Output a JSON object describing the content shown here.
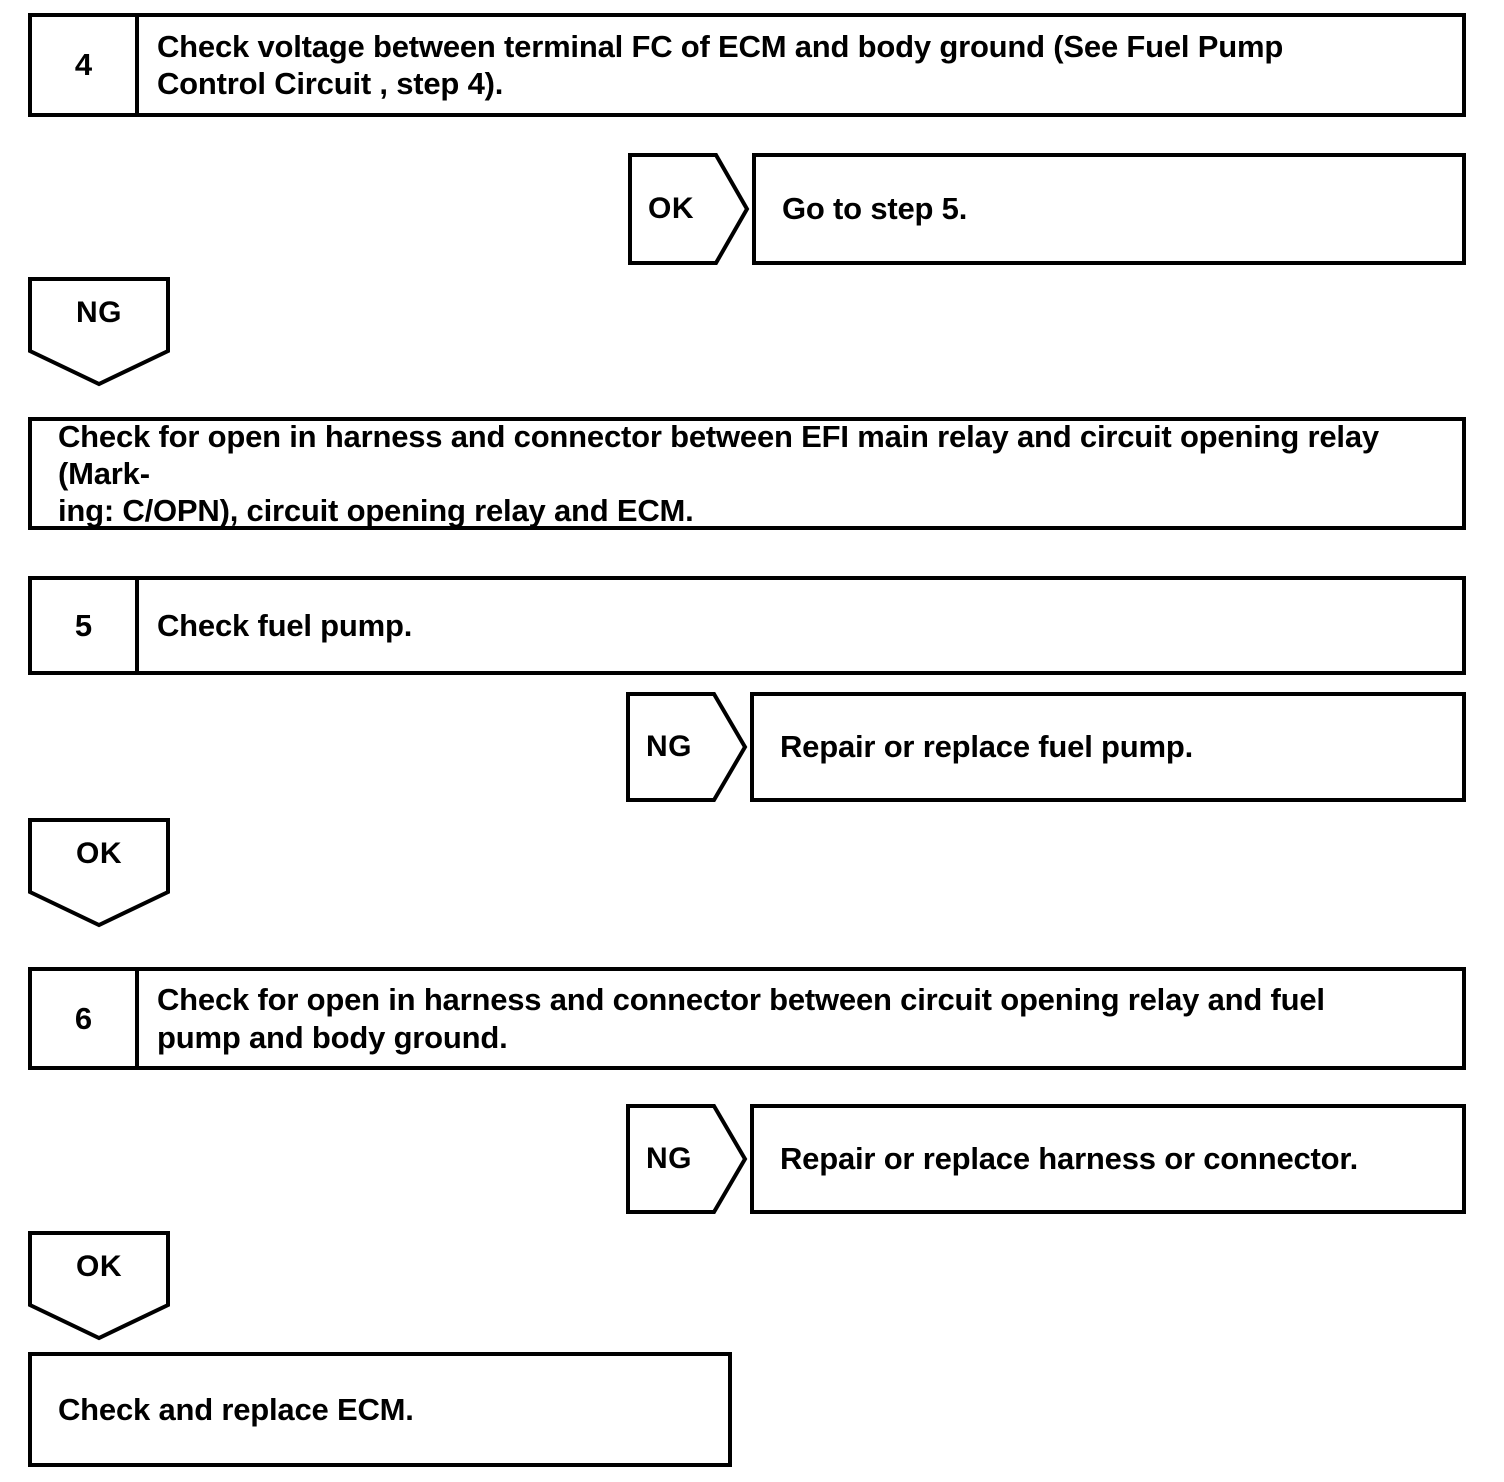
{
  "document": {
    "type": "automotive-diagnostic-flowchart",
    "title": "Fuel Pump Control Circuit troubleshooting steps 4-6",
    "line_color": "#000000",
    "background_color": "#ffffff",
    "text_color": "#000000"
  },
  "nodes": [
    {
      "id": "step-4",
      "kind": "step",
      "number": "4",
      "text": "Check voltage between terminal FC of ECM and body ground (See Fuel Pump\nControl Circuit , step 4)."
    },
    {
      "id": "branch-ok-step4",
      "kind": "branch-right",
      "label": "OK",
      "text": "Go to step 5."
    },
    {
      "id": "flow-ng-step4",
      "kind": "branch-down",
      "label": "NG"
    },
    {
      "id": "action-open-harness",
      "kind": "action",
      "text": "Check for open in harness and connector between EFI main relay and circuit opening relay (Mark-\ning: C/OPN), circuit opening relay and ECM."
    },
    {
      "id": "step-5",
      "kind": "step",
      "number": "5",
      "text": "Check fuel pump."
    },
    {
      "id": "branch-ng-step5",
      "kind": "branch-right",
      "label": "NG",
      "text": "Repair or replace fuel pump."
    },
    {
      "id": "flow-ok-step5",
      "kind": "branch-down",
      "label": "OK"
    },
    {
      "id": "step-6",
      "kind": "step",
      "number": "6",
      "text": "Check for open in harness and connector between circuit opening relay and fuel\npump and body ground."
    },
    {
      "id": "branch-ng-step6",
      "kind": "branch-right",
      "label": "NG",
      "text": "Repair or replace harness or connector."
    },
    {
      "id": "flow-ok-step6",
      "kind": "branch-down",
      "label": "OK"
    },
    {
      "id": "action-check-ecm",
      "kind": "action",
      "text": "Check and replace ECM."
    }
  ]
}
